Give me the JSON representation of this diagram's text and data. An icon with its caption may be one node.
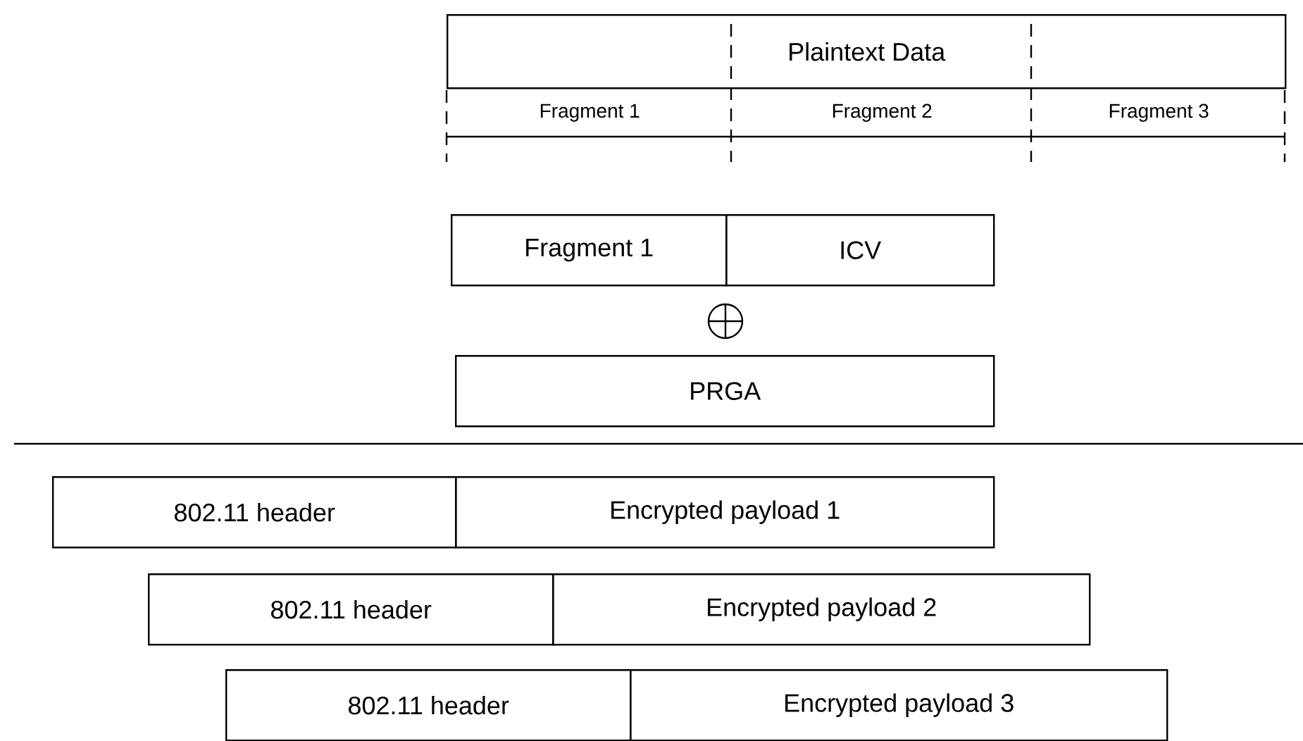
{
  "diagram": {
    "nodes": [
      {
        "text": [
          "Plaintext Data"
        ]
      },
      {
        "text": [
          "Fragment 1"
        ]
      },
      {
        "text": [
          "Fragment 2"
        ]
      },
      {
        "text": [
          "Fragment 3"
        ]
      },
      {
        "text": [
          "Fragment 1"
        ]
      },
      {
        "text": [
          "ICV"
        ]
      },
      {
        "text": [
          "PRGA"
        ]
      },
      {
        "text": [
          "802.11 header"
        ]
      },
      {
        "text": [
          "Encrypted payload 1"
        ]
      },
      {
        "text": [
          "802.11 header"
        ]
      },
      {
        "text": [
          "Encrypted payload 2"
        ]
      },
      {
        "text": [
          "802.11 header"
        ]
      },
      {
        "text": [
          "Encrypted payload 3"
        ]
      }
    ],
    "edges": []
  }
}
